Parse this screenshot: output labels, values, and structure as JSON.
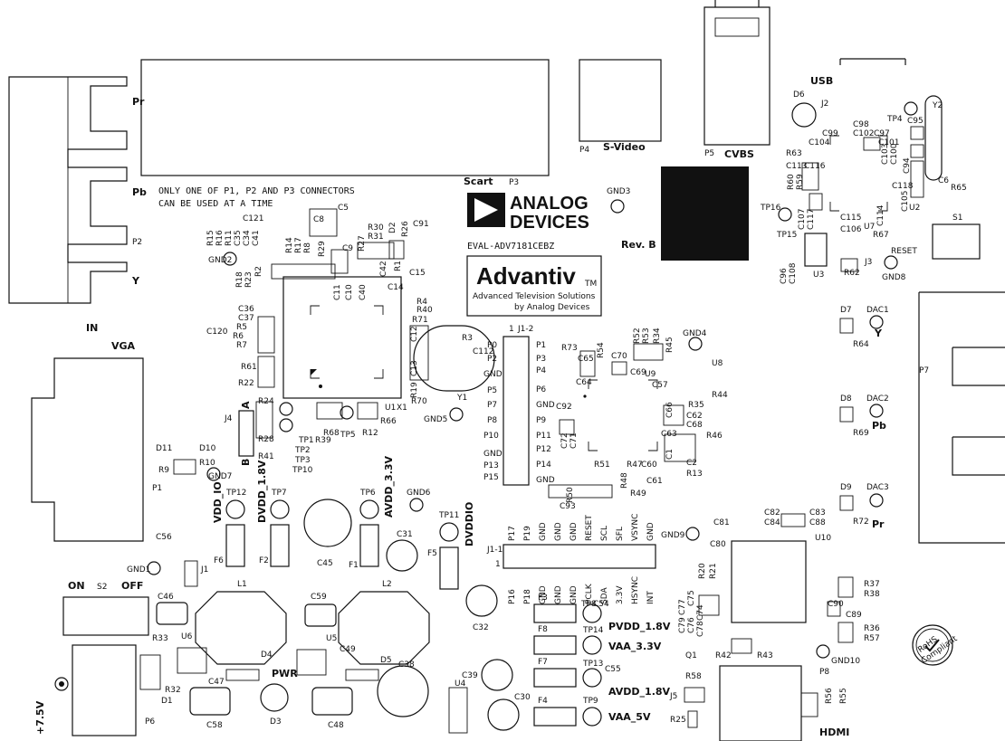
{
  "board": {
    "note": [
      "ONLY ONE OF P1, P2 AND P3 CONNECTORS",
      "CAN BE USED AT A TIME"
    ],
    "product": "EVAL-ADV7181CEBZ",
    "revision": "Rev. B",
    "brand": {
      "line1": "ANALOG",
      "line2": "DEVICES"
    },
    "advantiv": {
      "name": "Advantiv",
      "tm": "TM",
      "tag1": "Advanced Television Solutions",
      "tag2": "by Analog Devices"
    },
    "rohs": {
      "line1": "RoHS",
      "line2": "Compliant"
    }
  },
  "connectors": {
    "scart": "Scart",
    "p3": "P3",
    "p4": "P4",
    "svideo": "S-Video",
    "p5": "P5",
    "cvbs": "CVBS",
    "usb": "USB",
    "pr": "Pr",
    "pb": "Pb",
    "p2": "P2",
    "y": "Y",
    "in": "IN",
    "vga": "VGA",
    "p1": "P1",
    "p7": "P7",
    "dac1": "DAC1",
    "dac2": "DAC2",
    "dac3": "DAC3",
    "y_out": "Y",
    "pb_out": "Pb",
    "pr_out": "Pr",
    "hdmi": "HDMI",
    "p8": "P8",
    "p6": "P6",
    "j1_1": "J1-1",
    "j1_2": "J1-2",
    "one": "1",
    "j4": "J4",
    "power_in": "+7.5V",
    "pwr": "PWR",
    "on": "ON",
    "off": "OFF",
    "s2": "S2",
    "reset": "RESET",
    "s1": "S1",
    "a": "A",
    "b": "B"
  },
  "rails": {
    "vdd_io": "VDD_IO",
    "dvdd_18": "DVDD_1.8V",
    "avdd_33": "AVDD_3.3V",
    "dvddio": "DVDDIO",
    "pvdd_18": "PVDD_1.8V",
    "vaa_33": "VAA_3.3V",
    "avdd_18": "AVDD_1.8V",
    "vaa_5": "VAA_5V"
  },
  "pins_left": [
    "P0",
    "P2",
    "GND",
    "P5",
    "P7",
    "P8",
    "P10",
    "GND",
    "P13",
    "P15"
  ],
  "pins_right": [
    "P1",
    "P3",
    "P4",
    "P6",
    "GND",
    "P9",
    "P11",
    "P12",
    "P14",
    "GND"
  ],
  "pins_top": [
    "P17",
    "P19",
    "GND",
    "GND",
    "GND",
    "RESET",
    "SCL",
    "SFL",
    "VSYNC",
    "GND"
  ],
  "pins_bottom": [
    "P16",
    "P18",
    "GND",
    "GND",
    "GND",
    "PCLK",
    "SDA",
    "3.3V",
    "HSYNC",
    "INT"
  ],
  "refs": {
    "r15": "R15",
    "r16": "R16",
    "r11": "R11",
    "c35": "C35",
    "c34": "C34",
    "c41": "C41",
    "r14": "R14",
    "r17": "R17",
    "r8": "R8",
    "r29": "R29",
    "c8": "C8",
    "c5": "C5",
    "c9": "C9",
    "r30": "R30",
    "r31": "R31",
    "r27": "R27",
    "d2": "D2",
    "r26": "R26",
    "c91": "C91",
    "c121": "C121",
    "gnd2": "GND2",
    "r18": "R18",
    "r2": "R2",
    "r23": "R23",
    "c36": "C36",
    "c37": "C37",
    "r5": "R5",
    "r6": "R6",
    "r7": "R7",
    "c11": "C11",
    "c10": "C10",
    "c40": "C40",
    "c42": "C42",
    "r1": "R1",
    "c15": "C15",
    "c14": "C14",
    "r4": "R4",
    "r40": "R40",
    "r71": "R71",
    "r3": "R3",
    "c12": "C12",
    "c13": "C13",
    "r19": "R19",
    "r70": "R70",
    "y1": "Y1",
    "u1": "U1",
    "x1": "X1",
    "c120": "C120",
    "r61": "R61",
    "r22": "R22",
    "r24": "R24",
    "r28": "R28",
    "r41": "R41",
    "tp1": "TP1",
    "tp2": "TP2",
    "tp3": "TP3",
    "tp10": "TP10",
    "r39": "R39",
    "r68": "R68",
    "r12": "R12",
    "r66": "R66",
    "tp5": "TP5",
    "gnd5": "GND5",
    "c112": "C112",
    "gnd3": "GND3",
    "d11": "D11",
    "d10": "D10",
    "r9": "R9",
    "r10": "R10",
    "gnd7": "GND7",
    "tp12": "TP12",
    "tp7": "TP7",
    "tp6": "TP6",
    "gnd6": "GND6",
    "tp11": "TP11",
    "f6": "F6",
    "f2": "F2",
    "f1": "F1",
    "f5": "F5",
    "c45": "C45",
    "c31": "C31",
    "c56": "C56",
    "gnd1": "GND1",
    "j1": "J1",
    "l1": "L1",
    "l2": "L2",
    "c46": "C46",
    "c59": "C59",
    "c32": "C32",
    "r33": "R33",
    "u6": "U6",
    "d4": "D4",
    "c47": "C47",
    "u5": "U5",
    "c49": "C49",
    "d5": "D5",
    "c38": "C38",
    "r32": "R32",
    "d1": "D1",
    "d3": "D3",
    "c58": "C58",
    "c48": "C48",
    "u4": "U4",
    "c39": "C39",
    "c30": "C30",
    "f3": "F3",
    "tp8": "TP8",
    "c54": "C54",
    "f8": "F8",
    "tp14": "TP14",
    "f7": "F7",
    "tp13": "TP13",
    "c55": "C55",
    "f4": "F4",
    "tp9": "TP9",
    "r73": "R73",
    "r54": "R54",
    "c65": "C65",
    "c64": "C64",
    "c70": "C70",
    "r52": "R52",
    "r53": "R53",
    "r34": "R34",
    "r45": "R45",
    "gnd4": "GND4",
    "c69": "C69",
    "u9": "U9",
    "u8": "U8",
    "c57": "C57",
    "r35": "R35",
    "r44": "R44",
    "c92": "C92",
    "c72": "C72",
    "c71": "C71",
    "c66": "C66",
    "c62": "C62",
    "c68": "C68",
    "c63": "C63",
    "r46": "R46",
    "c1": "C1",
    "c2": "C2",
    "r13": "R13",
    "r51": "R51",
    "r47": "R47",
    "c60": "C60",
    "c61": "C61",
    "r48": "R48",
    "r49": "R49",
    "r50": "R50",
    "c93": "C93",
    "d6": "D6",
    "j2": "J2",
    "tp4": "TP4",
    "c95": "C95",
    "y2": "Y2",
    "c98": "C98",
    "c99": "C99",
    "c102": "C102",
    "c97": "C97",
    "c104": "C104",
    "c101": "C101",
    "r63": "R63",
    "c103": "C103",
    "c100": "C100",
    "c94": "C94",
    "c113": "C113",
    "c116": "C116",
    "r60": "R60",
    "r59": "R59",
    "c118": "C118",
    "c6": "C6",
    "r65": "R65",
    "tp16": "TP16",
    "c107": "C107",
    "c117": "C117",
    "c115": "C115",
    "c106": "C106",
    "u7": "U7",
    "c105": "C105",
    "u2": "U2",
    "c114": "C114",
    "r67": "R67",
    "tp15": "TP15",
    "c96": "C96",
    "c108": "C108",
    "u3": "U3",
    "r62": "R62",
    "j3": "J3",
    "gnd8": "GND8",
    "d7": "D7",
    "r64": "R64",
    "d8": "D8",
    "r69": "R69",
    "d9": "D9",
    "r72": "R72",
    "c82": "C82",
    "c84": "C84",
    "c83": "C83",
    "c88": "C88",
    "gnd9": "GND9",
    "c81": "C81",
    "c80": "C80",
    "u10": "U10",
    "r20": "R20",
    "r21": "R21",
    "r37": "R37",
    "r38": "R38",
    "c77": "C77",
    "c75": "C75",
    "c76": "C76",
    "c74": "C74",
    "c90": "C90",
    "c89": "C89",
    "c79": "C79",
    "c78": "C78",
    "r36": "R36",
    "r57": "R57",
    "q1": "Q1",
    "r42": "R42",
    "r43": "R43",
    "gnd10": "GND10",
    "r58": "R58",
    "j5": "J5",
    "r25": "R25",
    "r56": "R56",
    "r55": "R55"
  }
}
